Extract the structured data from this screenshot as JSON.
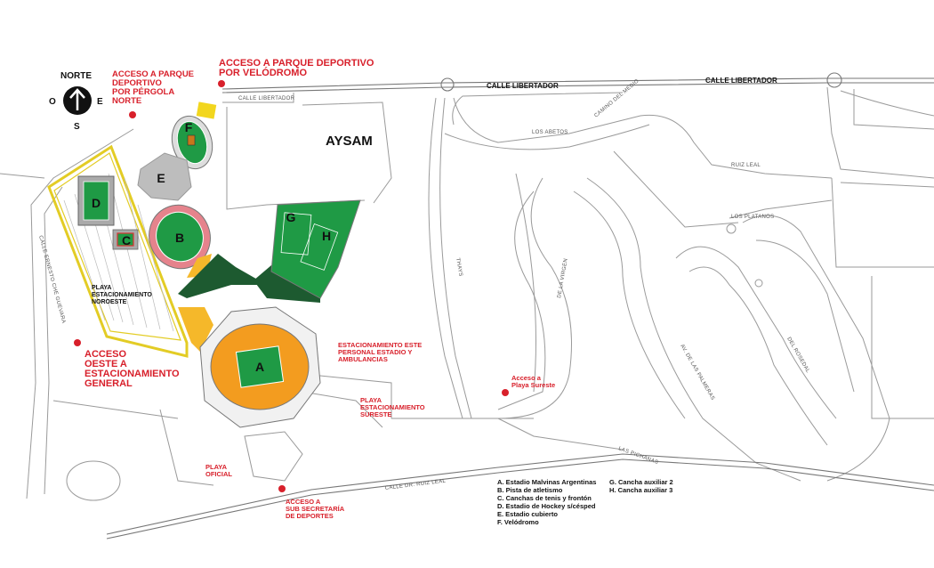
{
  "compass": {
    "north": "NORTE",
    "south": "S",
    "west": "O",
    "east": "E"
  },
  "title": "AYSAM",
  "streets": {
    "libertador_1": "CALLE LIBERTADOR",
    "libertador_2": "CALLE LIBERTADOR",
    "libertador_small": "CALLE LIBERTADOR",
    "abetos": "LOS ABETOS",
    "camino_medio": "CAMINO DEL MEDIO",
    "ruiz_leal": "RUIZ LEAL",
    "platanos": "LOS PLATANOS",
    "thays": "THAYS",
    "virgen": "DE LA VIRGEN",
    "palmeras": "AV. DE LAS PALMERAS",
    "rosedal": "DEL ROSEDAL",
    "pichanas": "LAS PICHANAS",
    "dr_ruiz_leal": "CALLE DR. RUIZ LEAL",
    "west": "CALLE ERNESTO CHE GUEVARA"
  },
  "access": {
    "pergola": [
      "ACCESO A PARQUE",
      "DEPORTIVO",
      "POR PÉRGOLA",
      "NORTE"
    ],
    "velodromo": [
      "ACCESO A PARQUE DEPORTIVO",
      "POR VELÓDROMO"
    ],
    "oeste": [
      "ACCESO",
      "OESTE A",
      "ESTACIONAMIENTO",
      "GENERAL"
    ],
    "este": [
      "ESTACIONAMIENTO ESTE",
      "PERSONAL ESTADIO Y",
      "AMBULANCIAS"
    ],
    "sureste_playa": [
      "PLAYA",
      "ESTACIONAMIENTO",
      "SURESTE"
    ],
    "sureste_acceso": [
      "Acceso a",
      "Playa Sureste"
    ],
    "oficial": [
      "PLAYA",
      "OFICIAL"
    ],
    "subsecretaria": [
      "ACCESO A",
      "SUB SECRETARÍA",
      "DE DEPORTES"
    ]
  },
  "parking_noroeste": [
    "PLAYA",
    "ESTACIONAMIENTO",
    "NOROESTE"
  ],
  "venues": [
    "A",
    "B",
    "C",
    "D",
    "E",
    "F",
    "G",
    "H"
  ],
  "legend": {
    "col1": [
      "A. Estadio Malvinas Argentinas",
      "B. Pista de atletismo",
      "C. Canchas de tenis y frontón",
      "D. Estadio de Hockey s/césped",
      "E. Estadio cubierto",
      "F. Velódromo"
    ],
    "col2": [
      "G. Cancha auxiliar 2",
      "H. Cancha auxiliar 3"
    ]
  },
  "colors": {
    "access_red": "#d8202b",
    "field_green": "#1f9a45",
    "dark_green": "#1d5a30",
    "stadium_orange": "#f39c1f",
    "yellow": "#f2c418",
    "track_pink": "#e5838c",
    "gray": "#bdbdbd"
  }
}
